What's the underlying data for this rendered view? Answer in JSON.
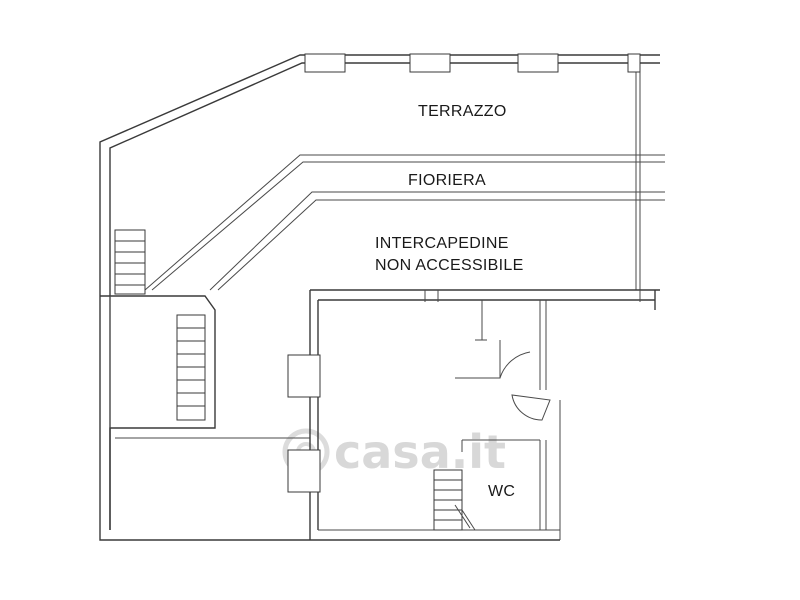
{
  "labels": {
    "terrace": "TERRAZZO",
    "planter": "FIORIERA",
    "cavity_line1": "INTERCAPEDINE",
    "cavity_line2": "NON ACCESSIBILE",
    "wc": "WC"
  },
  "watermark": {
    "text": "casa.it",
    "color": "#d8d8d8"
  },
  "colors": {
    "line": "#3a3a3a",
    "background": "#ffffff"
  }
}
